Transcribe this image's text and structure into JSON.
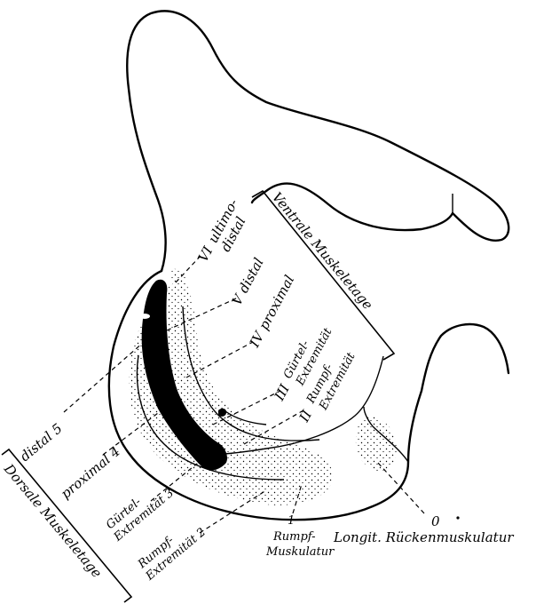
{
  "colors": {
    "ink": "#000000",
    "paper": "#ffffff"
  },
  "labels": {
    "ventrale": "Ventrale Muskeletage",
    "dorsale": "Dorsale Muskeletage",
    "vi_numeral": "VI",
    "vi_line1": "ultimo-",
    "vi_line2": "distal",
    "v_numeral": "V",
    "v_text": "distal",
    "iv_numeral": "IV",
    "iv_text": "proximal",
    "iii_numeral": "III",
    "iii_line1": "Gürtel-",
    "iii_line2": "Extremität",
    "ii_numeral": "II",
    "ii_line1": "Rumpf-",
    "ii_line2": "Extremität",
    "distal5": "distal 5",
    "proximal4": "proximal 4",
    "guertel3_line1": "Gürtel-",
    "guertel3_line2": "Extremität 3",
    "rumpf2_line1": "Rumpf-",
    "rumpf2_line2": "Extremität 2",
    "rumpf1_num": "1",
    "rumpf1_line1": "Rumpf-",
    "rumpf1_line2": "Muskulatur",
    "zero_num": "0",
    "longit": "Longit. Rückenmuskulatur"
  }
}
